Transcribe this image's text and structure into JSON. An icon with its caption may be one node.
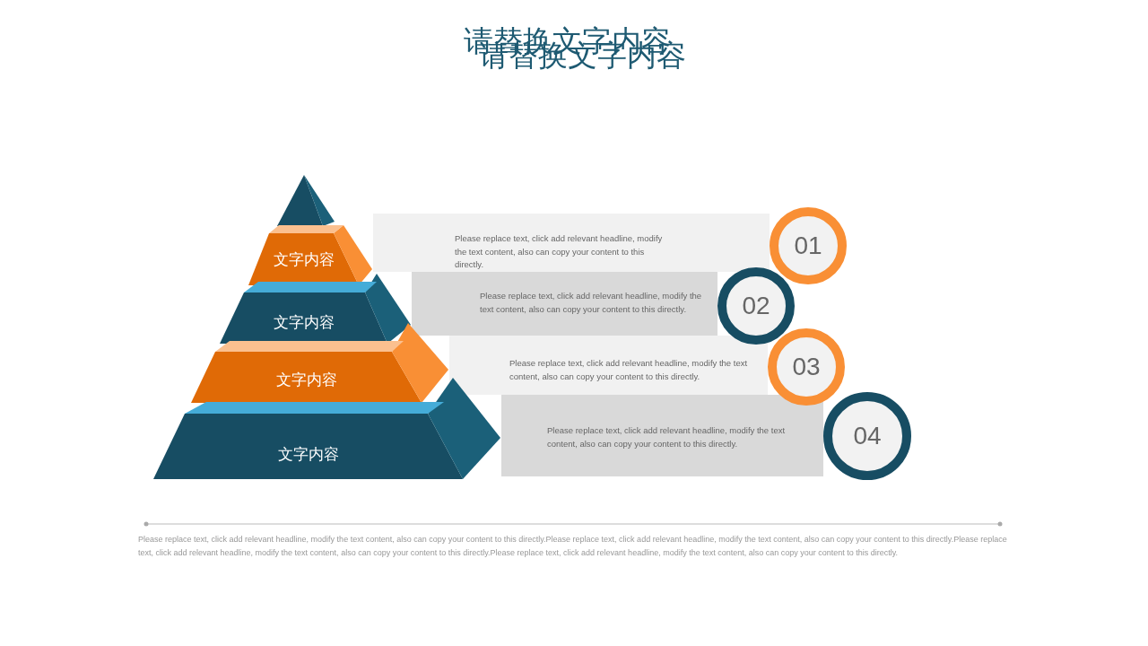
{
  "diagram": {
    "title": "请替换文字内容",
    "nodes": [
      {
        "text": [],
        "shape": "triangle"
      },
      {
        "text": [
          "文字内容"
        ]
      },
      {
        "text": [
          "Please replace text, click add relevant headline, modify the text content, also can copy your content to this directly."
        ]
      },
      {
        "text": [
          "01"
        ]
      },
      {
        "text": [
          "文字内容"
        ]
      },
      {
        "text": [
          "Please replace text, click add relevant headline, modify the text content, also can copy your content to this directly."
        ]
      },
      {
        "text": [
          "02"
        ]
      },
      {
        "text": [
          "文字内容"
        ]
      },
      {
        "text": [
          "Please replace text, click add relevant headline, modify the text content, also can copy your content to this directly."
        ]
      },
      {
        "text": [
          "03"
        ]
      },
      {
        "text": [
          "文字内容"
        ]
      },
      {
        "text": [
          "Please replace text, click add relevant headline, modify the text content, also can copy your content to this directly."
        ]
      },
      {
        "text": [
          "04"
        ]
      }
    ],
    "edges": [],
    "labels": [
      "请替换文字内容",
      "Please replace text, click add relevant headline, modify the text content, also can copy your content to this directly.Please replace text, click add relevant headline, modify the text content, also can copy your content to this directly.Please replace text, click add relevant headline, modify the text content, also can copy your content to this directly.Please replace text, click add relevant headline, modify the text content, also can copy your content to this directly."
    ]
  }
}
